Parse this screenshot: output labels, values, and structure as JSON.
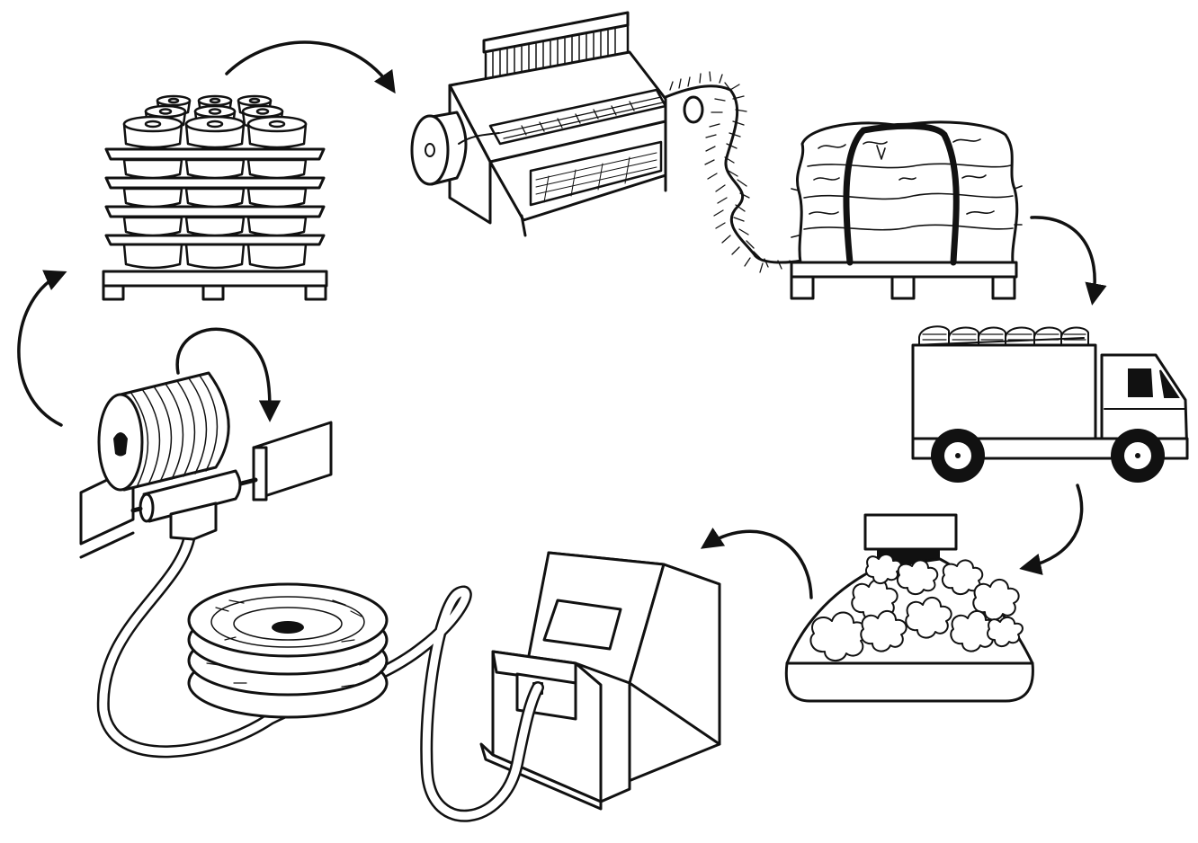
{
  "diagram": {
    "kind": "process cycle",
    "steps": [
      {
        "id": "spools-pallet",
        "icon": "yarn-spools-on-pallet-icon"
      },
      {
        "id": "loom",
        "icon": "loom-machine-icon"
      },
      {
        "id": "fibre-bale",
        "icon": "strapped-fibre-bale-icon"
      },
      {
        "id": "truck",
        "icon": "delivery-truck-icon"
      },
      {
        "id": "fibre-opener",
        "icon": "fibre-opening-hopper-icon"
      },
      {
        "id": "carding-machine",
        "icon": "carding-machine-icon"
      },
      {
        "id": "spinning-winder",
        "icon": "spinning-winding-machine-icon"
      }
    ],
    "flow": "clockwise",
    "colors": {
      "line": "#111111",
      "fill": "#ffffff"
    }
  }
}
